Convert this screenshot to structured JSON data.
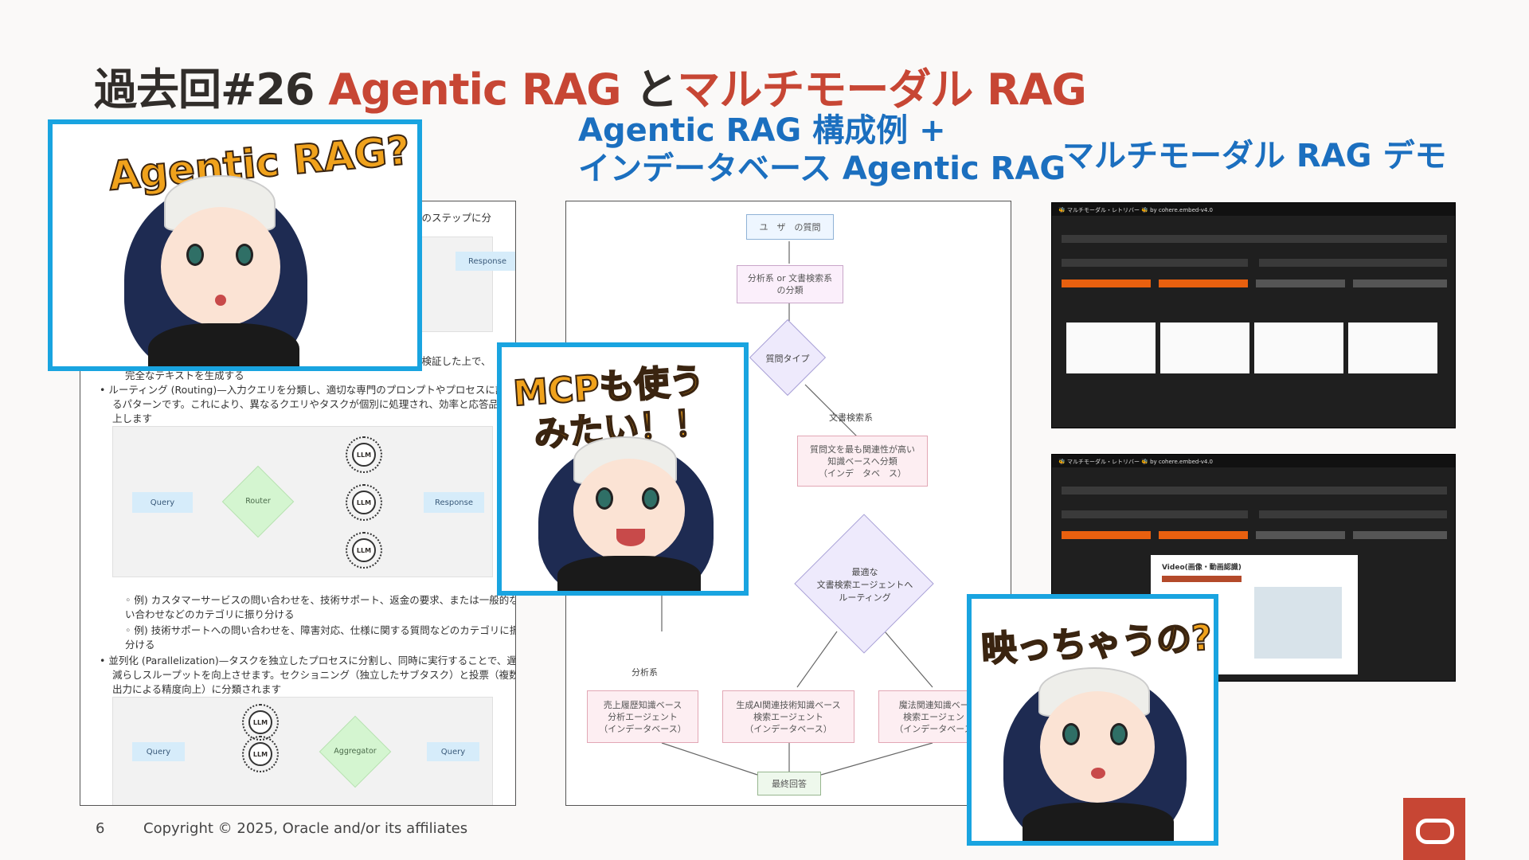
{
  "title": {
    "part1": "過去回#26 ",
    "part2": "Agentic RAG ",
    "part3": "と",
    "part4": "マルチモーダル RAG"
  },
  "subheads": {
    "mid_line1": "Agentic RAG 構成例 +",
    "mid_line2": "インデータベース Agentic RAG",
    "right": "マルチモーダル RAG デモ"
  },
  "doc": {
    "lines": [
      "数のステップに分",
      "を検証した上で、",
      "完全なテキストを生成する",
      "• ルーティング (Routing)—入力クエリを分類し、適切な専門のプロンプトやプロセスに誘導す",
      "るパターンです。これにより、異なるクエリやタスクが個別に処理され、効率と応答品質が向",
      "上します",
      "◦ 例) カスタマーサービスの問い合わせを、技術サポート、返金の要求、または一般的な問",
      "い合わせなどのカテゴリに振り分ける",
      "◦ 例) 技術サポートへの問い合わせを、障害対応、仕様に関する質問などのカテゴリに振り",
      "分ける",
      "• 並列化 (Parallelization)—タスクを独立したプロセスに分割し、同時に実行することで、遅延を",
      "減らしスループットを向上させます。セクショニング（独立したサブタスク）と投票（複数の",
      "出力による精度向上）に分類されます"
    ],
    "diagram1": {
      "query": "Query",
      "router": "Router",
      "response": "Response",
      "llm": "LLM"
    },
    "diagram0": {
      "response": "Response"
    },
    "diagram2": {
      "query_in": "Query",
      "aggregator": "Aggregator",
      "query_out": "Query",
      "llm": "LLM"
    }
  },
  "flow": {
    "user_question": "ユ　ザ　の質問",
    "classify": "分析系 or 文書検索系\nの分類",
    "question_type": "質問タイプ",
    "doc_search_label": "文書検索系",
    "rank_node": "質問文を最も関連性が高い\n知識ベースへ分類\n（インデ　タベ　ス）",
    "routing": "最適な\n文書検索エージェントへ\nルーティング",
    "analysis_label": "分析系",
    "sales": "売上履歴知識ベース\n分析エージェント\n（インデータベース）",
    "genai": "生成AI関連技術知識ベース\n検索エージェント\n（インデータベース）",
    "magic": "魔法関連知識ベース\n検索エージェント\n（インデータベース）",
    "final": "最終回答"
  },
  "shots": {
    "top_title": "🐝 マルチモーダル・レトリバー 🐝 by cohere.embed-v4.0",
    "bottom_title": "🐝 マルチモーダル・レトリバー 🐝 by cohere.embed-v4.0",
    "modal_title": "Video(画像・動画認識)"
  },
  "cards": {
    "card1": "Agentic RAG?",
    "card2_line1": "MCPも使う",
    "card2_line2": "みたい！！",
    "card3": "映っちゃうの?"
  },
  "footer": {
    "page": "6",
    "copyright": "Copyright © 2025, Oracle and/or its affiliates"
  },
  "colors": {
    "accent_red": "#c74634",
    "accent_blue": "#1b6fbf",
    "card_border": "#19a4e0"
  }
}
